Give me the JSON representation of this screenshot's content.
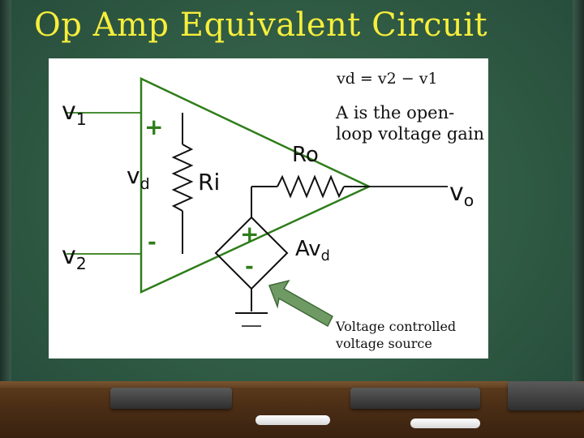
{
  "slide": {
    "title": "Op Amp Equivalent Circuit"
  },
  "notes": {
    "vd_equation": "vd = v2 − v1",
    "gain_note": "A is the open-loop voltage gain",
    "source_note": "Voltage controlled voltage source"
  },
  "circuit": {
    "v1": {
      "main": "v",
      "sub": "1"
    },
    "v2": {
      "main": "v",
      "sub": "2"
    },
    "vd": {
      "main": "v",
      "sub": "d"
    },
    "ri": "Ri",
    "ro": "Ro",
    "vo": {
      "main": "v",
      "sub": "o"
    },
    "avd": {
      "main": "Av",
      "sub": "d"
    },
    "plus_sign": "+",
    "minus_sign": "-"
  },
  "colors": {
    "title": "#f6ee3b",
    "circuit_green": "#2e7d1a",
    "arrow_fill": "#6f9a63",
    "arrow_stroke": "#3f6a39"
  }
}
